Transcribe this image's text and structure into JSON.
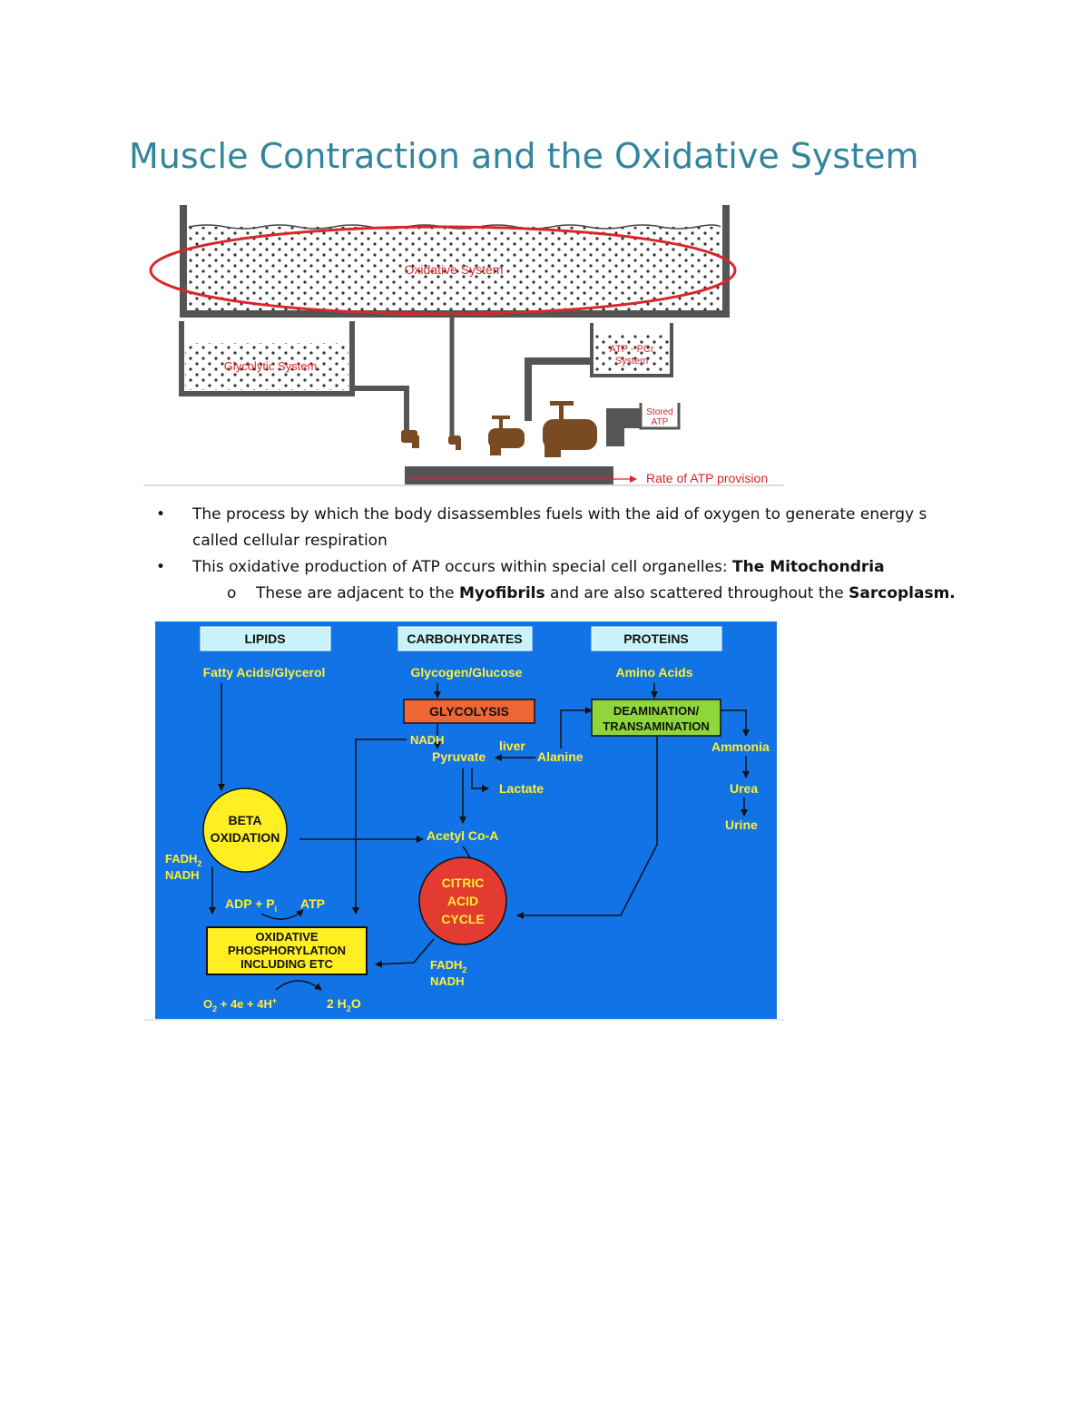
{
  "document": {
    "title": "Muscle Contraction and the Oxidative System"
  },
  "energy_systems_figure": {
    "oxidative_label": "Oxidative System",
    "glycolytic_label": "Glycolytic System",
    "atp_pc_label_1": "ATP - PCr",
    "atp_pc_label_2": "System",
    "stored_atp_label_1": "Stored",
    "stored_atp_label_2": "ATP",
    "rate_label": "Rate of ATP provision",
    "colors": {
      "tank_wall": "#555555",
      "highlight_ellipse": "#d9262b",
      "label_red": "#d9262b",
      "tap": "#7a4a22"
    }
  },
  "bullets": {
    "item1_line1": "The process by which the body disassembles fuels with the aid of oxygen to generate energy s",
    "item1_line2": "called cellular respiration",
    "item2_text": "This oxidative production of ATP occurs within special cell organelles: ",
    "item2_bold": "The Mitochondria",
    "sub1_text_a": "These are adjacent to the ",
    "sub1_bold_a": "Myofibrils",
    "sub1_text_b": " and are also scattered throughout the ",
    "sub1_bold_b": "Sarcoplasm.",
    "bullet_mark": "•",
    "sub_mark": "o"
  },
  "metabolism_figure": {
    "lipids": "LIPIDS",
    "carbohydrates": "CARBOHYDRATES",
    "proteins": "PROTEINS",
    "fatty_acids": "Fatty Acids/Glycerol",
    "glycogen": "Glycogen/Glucose",
    "amino_acids": "Amino Acids",
    "glycolysis": "GLYCOLYSIS",
    "deamination_1": "DEAMINATION/",
    "deamination_2": "TRANSAMINATION",
    "nadh_top": "NADH",
    "pyruvate": "Pyruvate",
    "liver": "liver",
    "alanine": "Alanine",
    "ammonia": "Ammonia",
    "lactate": "Lactate",
    "urea": "Urea",
    "urine": "Urine",
    "beta_1": "BETA",
    "beta_2": "OXIDATION",
    "acetyl": "Acetyl Co-A",
    "citric_1": "CITRIC",
    "citric_2": "ACID",
    "citric_3": "CYCLE",
    "fadh_left": "FADH",
    "nadh_left": "NADH",
    "adp": "ADP + P",
    "adp_sub": "i",
    "atp": "ATP",
    "oxphos_1": "OXIDATIVE",
    "oxphos_2": "PHOSPHORYLATION",
    "oxphos_3": "INCLUDING ETC",
    "fadh_right": "FADH",
    "nadh_right": "NADH",
    "sub_2": "2",
    "o2_formula": "O + 4e + 4H",
    "o2_plus": "+",
    "water": "2 H O",
    "colors": {
      "background": "#1273e6",
      "label_text": "#ffee33",
      "header_box": "#c9f3fb",
      "glycolysis_box": "#ee6634",
      "deamination_box": "#8fd63a",
      "beta_circle": "#ffee22",
      "citric_circle": "#e33b32",
      "oxphos_box": "#ffee22",
      "arrows": "#111111"
    }
  }
}
